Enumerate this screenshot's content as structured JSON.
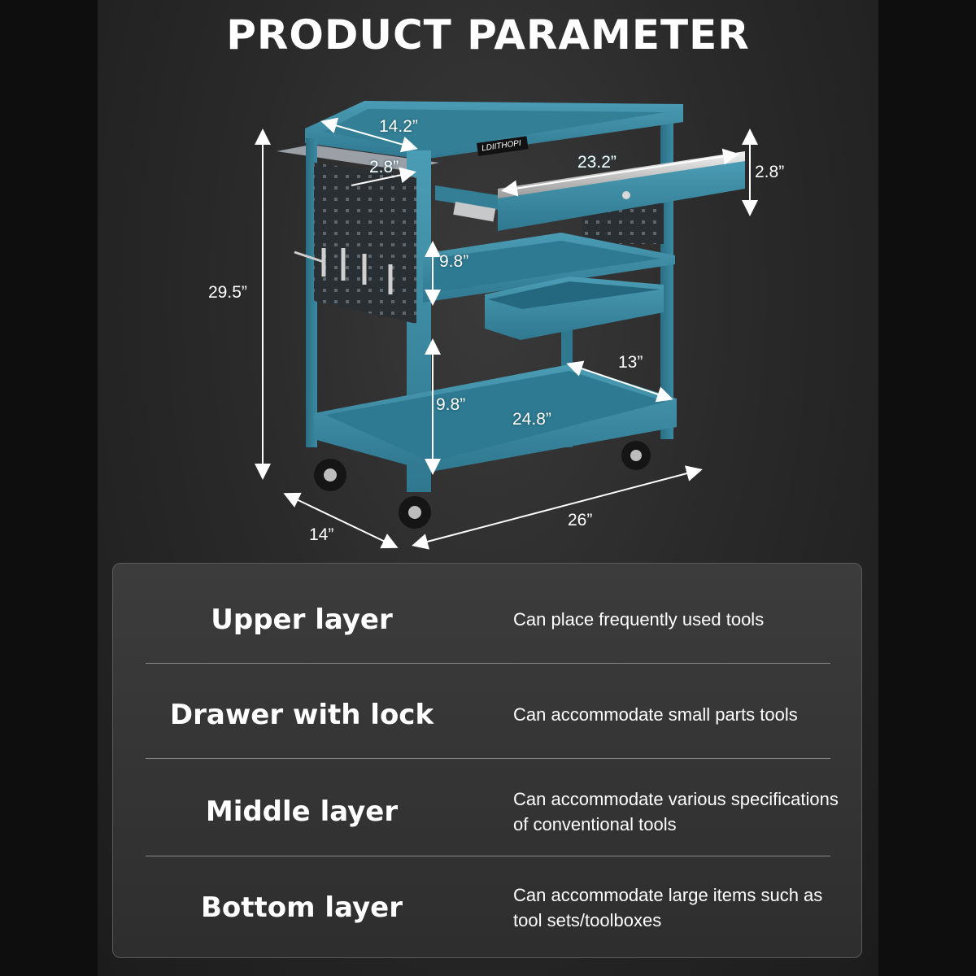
{
  "header": {
    "title": "PRODUCT PARAMETER"
  },
  "product": {
    "brand_label": "LDIITHOPI",
    "color": "#3f8ea6",
    "dimensions": {
      "top_depth": "14.2”",
      "side_tray_depth": "2.8”",
      "drawer_length": "23.2”",
      "drawer_height": "2.8”",
      "total_height": "29.5”",
      "upper_gap": "9.8”",
      "lower_gap": "9.8”",
      "bottom_width": "13”",
      "bottom_length": "24.8”",
      "overall_depth": "14”",
      "overall_length": "26”"
    }
  },
  "layers": [
    {
      "name": "Upper layer",
      "description": "Can place frequently used tools"
    },
    {
      "name": "Drawer with lock",
      "description": "Can accommodate small parts tools"
    },
    {
      "name": "Middle layer",
      "description": "Can accommodate various specifications of conventional tools"
    },
    {
      "name": "Bottom layer",
      "description": "Can accommodate large items such as tool sets/toolboxes"
    }
  ]
}
